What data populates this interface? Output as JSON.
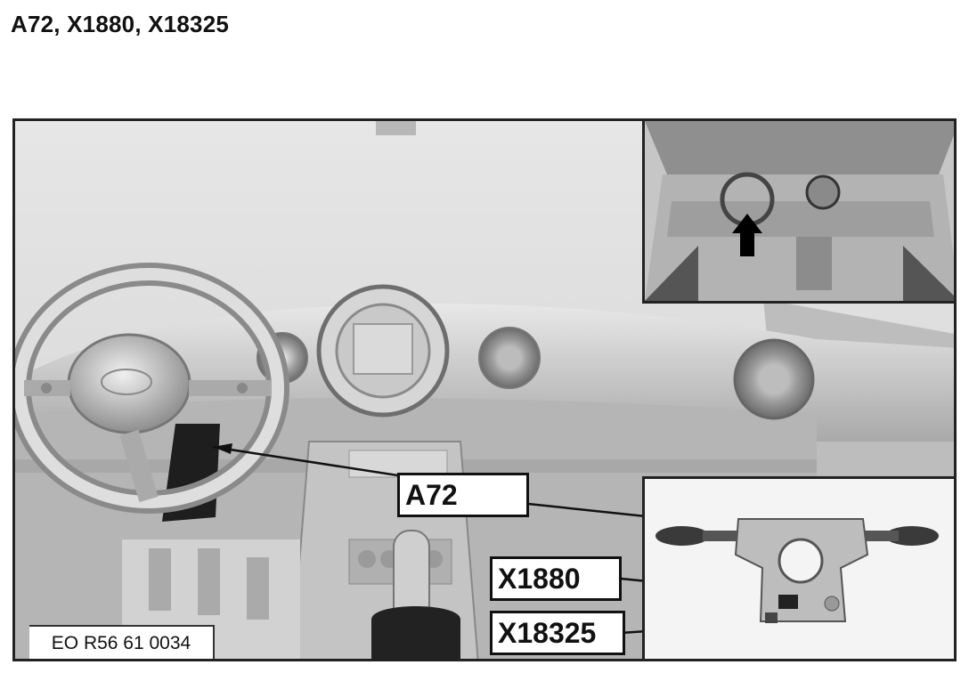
{
  "title": "A72, X1880, X18325",
  "callouts": {
    "a72": "A72",
    "x1880": "X1880",
    "x18325": "X18325"
  },
  "reference": "EO R56 61 0034",
  "icons": [
    "steering-wheel-icon",
    "arrow-up-icon",
    "steering-column-switch-icon"
  ]
}
